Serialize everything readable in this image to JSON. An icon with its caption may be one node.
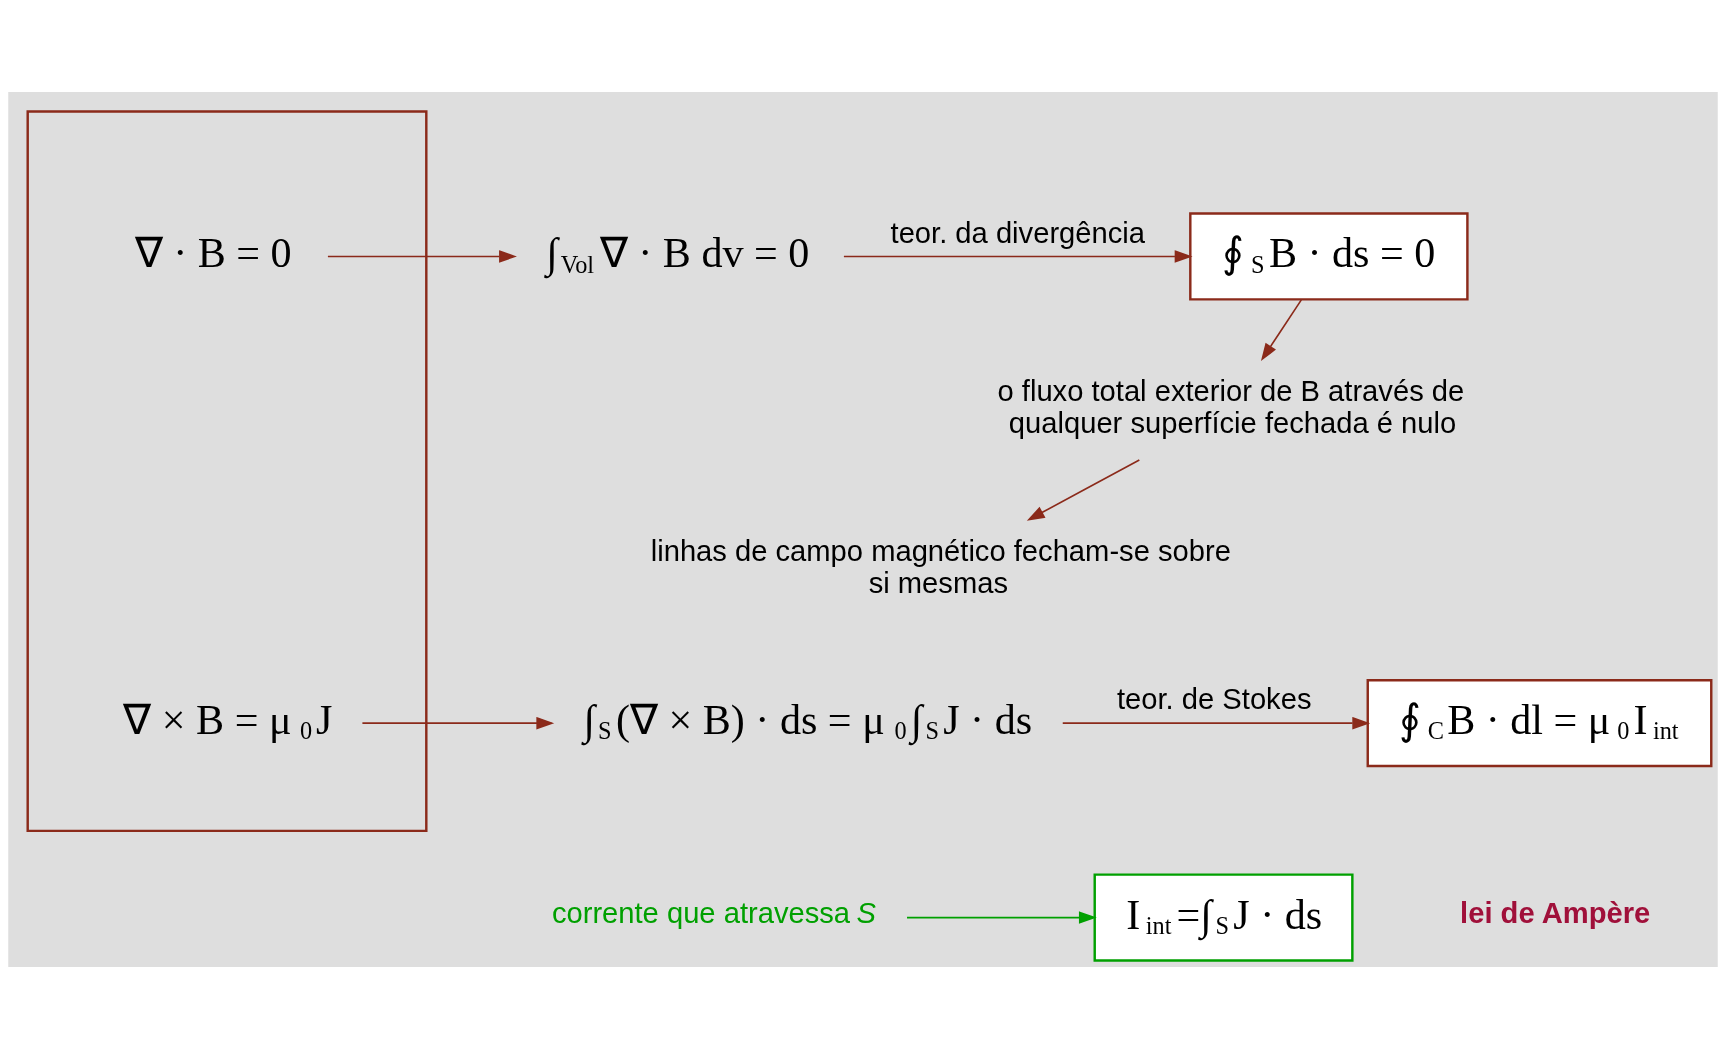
{
  "diagram": {
    "nodes": [
      {
        "text": [],
        "shape": "box"
      },
      {
        "text": [
          "∇ · B = 0"
        ],
        "in": 0
      },
      {
        "text": [
          "∫$_{Vol}$∇ · B dv = 0"
        ]
      },
      {
        "text": [
          "∮$_{S}$B · ds = 0"
        ]
      },
      {
        "text": [
          "o fluxo total exterior de B através de qualquer superfície fechada é nulo"
        ]
      },
      {
        "text": [
          "linhas de campo magnético fecham-se sobre si mesmas"
        ]
      },
      {
        "text": [
          "∇ × B = μ$_{0}$J"
        ],
        "in": 0
      },
      {
        "text": [
          "∫$_{S}$(∇ × B) · ds = μ$_{0}$∫$_{S}$J · ds"
        ]
      },
      {
        "text": [
          "∮$_{C}$B · dl = μ$_{0}$I$_{int}$"
        ]
      },
      {
        "text": [
          "corrente que atravessa *S*"
        ]
      },
      {
        "text": [
          "I$_{int}$=∫$_{S}$J · ds"
        ]
      }
    ],
    "edges": [
      {
        "from": 1,
        "to": 2,
        "arrow": "to"
      },
      {
        "from": 2,
        "to": 3,
        "arrow": "to",
        "label": "teor. da divergência"
      },
      {
        "from": 3,
        "to": 4,
        "arrow": "to"
      },
      {
        "from": 4,
        "to": 5,
        "arrow": "to"
      },
      {
        "from": 6,
        "to": 7,
        "arrow": "to"
      },
      {
        "from": 7,
        "to": 8,
        "arrow": "to",
        "label": "teor. de Stokes"
      },
      {
        "from": 9,
        "to": 10,
        "arrow": "to",
        "color": "#00a000"
      }
    ],
    "labels": [
      "lei de Ampère"
    ]
  }
}
